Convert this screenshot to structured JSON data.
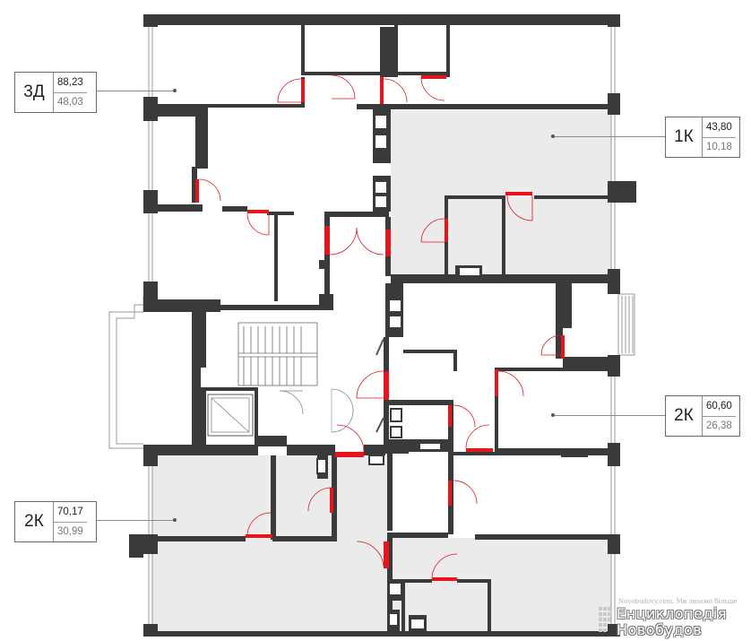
{
  "apartments": [
    {
      "type": "3Д",
      "total_area": "88,23",
      "living_area": "48,03"
    },
    {
      "type": "1К",
      "total_area": "43,80",
      "living_area": "10,18"
    },
    {
      "type": "2К",
      "total_area": "60,60",
      "living_area": "26,38"
    },
    {
      "type": "2К",
      "total_area": "70,17",
      "living_area": "30,99"
    }
  ],
  "colors": {
    "wall": "#3a3a3a",
    "highlight_fill": "#ebebeb",
    "door_accent": "#e8141c",
    "door_arc": "#e8141c",
    "window": "#9a9a9a"
  },
  "watermark": {
    "small": "Novobudovy.com. Ми знаємо більше",
    "line1": "Енциклопедія",
    "line2": "Новобудов"
  }
}
